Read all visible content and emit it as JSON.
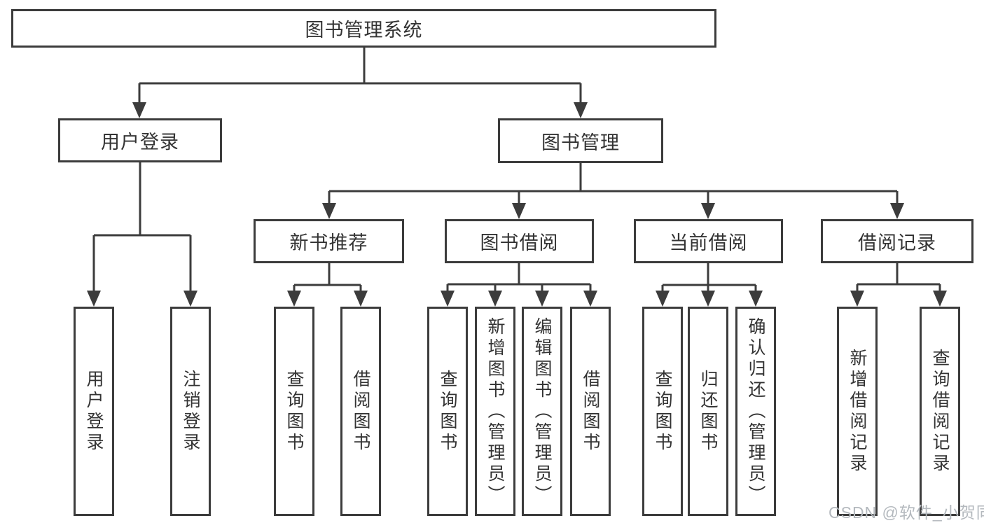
{
  "colors": {
    "line": "#3c3c3c",
    "box_border": "#3c3c3c",
    "text": "#333333",
    "watermark": "#b4b9be",
    "background": "#ffffff"
  },
  "nodes": {
    "root": {
      "label": "图书管理系统"
    },
    "level2": [
      {
        "label": "用户登录"
      },
      {
        "label": "图书管理"
      }
    ],
    "level3": [
      {
        "label": "新书推荐",
        "parent": "图书管理"
      },
      {
        "label": "图书借阅",
        "parent": "图书管理"
      },
      {
        "label": "当前借阅",
        "parent": "图书管理"
      },
      {
        "label": "借阅记录",
        "parent": "图书管理"
      }
    ],
    "leaves": [
      {
        "label": "用户登录",
        "parent": "用户登录"
      },
      {
        "label": "注销登录",
        "parent": "用户登录"
      },
      {
        "label": "查询图书",
        "parent": "新书推荐"
      },
      {
        "label": "借阅图书",
        "parent": "新书推荐"
      },
      {
        "label": "查询图书",
        "parent": "图书借阅"
      },
      {
        "label": "新增图书（管理员）",
        "parent": "图书借阅"
      },
      {
        "label": "编辑图书（管理员）",
        "parent": "图书借阅"
      },
      {
        "label": "借阅图书",
        "parent": "图书借阅"
      },
      {
        "label": "查询图书",
        "parent": "当前借阅"
      },
      {
        "label": "归还图书",
        "parent": "当前借阅"
      },
      {
        "label": "确认归还（管理员）",
        "parent": "当前借阅"
      },
      {
        "label": "新增借阅记录",
        "parent": "借阅记录"
      },
      {
        "label": "查询借阅记录",
        "parent": "借阅记录"
      }
    ]
  },
  "watermark": {
    "text": "CSDN @软件_小贺同学"
  }
}
